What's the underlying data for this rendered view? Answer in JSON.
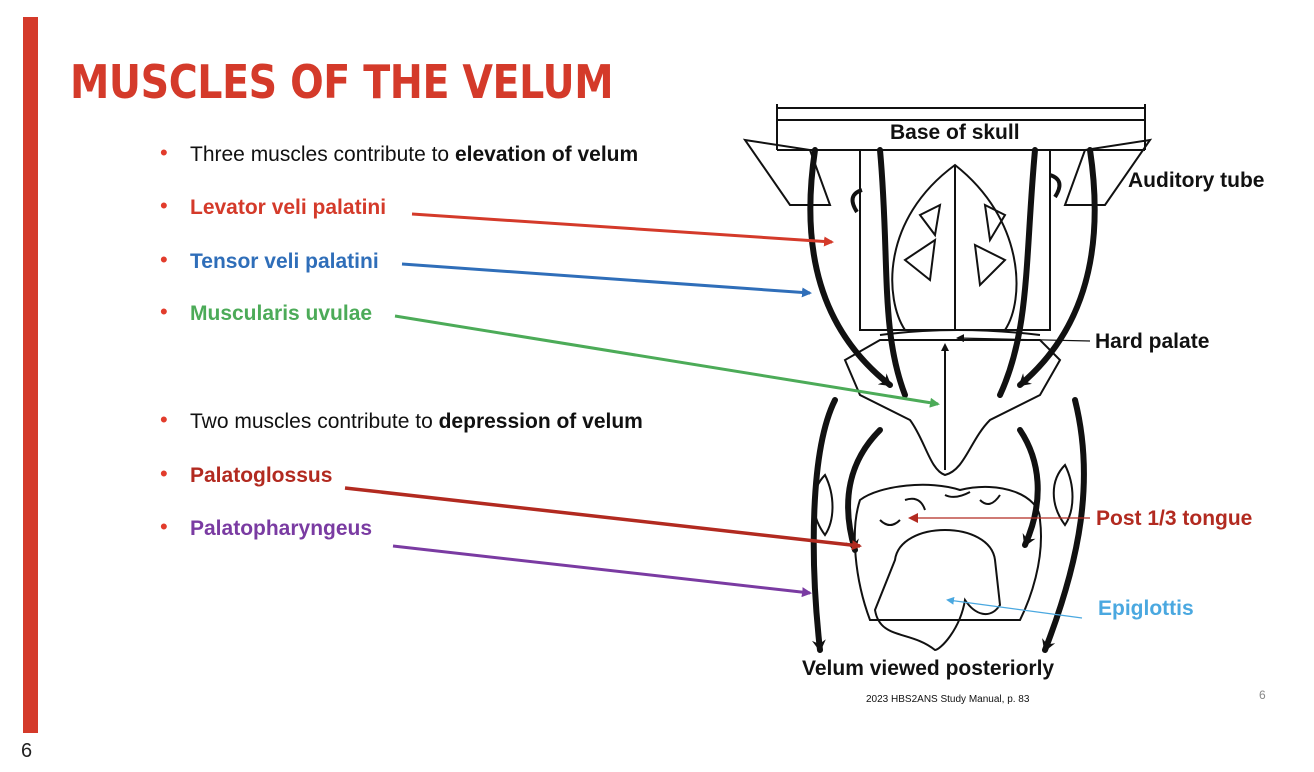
{
  "slide": {
    "title": "MUSCLES OF THE VELUM",
    "page_number": "6",
    "page_number_small": "6",
    "citation": "2023 HBS2ANS Study Manual, p. 83",
    "accent_color": "#d43a2a"
  },
  "bullets": [
    {
      "pre": "Three muscles contribute to ",
      "bold": "elevation of velum",
      "color": "#111111"
    },
    {
      "text": "Levator veli palatini",
      "color": "#d43a2a"
    },
    {
      "text": "Tensor veli palatini",
      "color": "#2f6eb9"
    },
    {
      "text": "Muscularis uvulae",
      "color": "#4cab58"
    },
    {
      "pre": "Two muscles contribute to ",
      "bold": "depression of velum",
      "color": "#111111"
    },
    {
      "text": "Palatoglossus",
      "color": "#b22a20"
    },
    {
      "text": "Palatopharyngeus",
      "color": "#7a3ba2"
    }
  ],
  "diagram": {
    "labels": {
      "base_of_skull": "Base of skull",
      "auditory_tube": "Auditory  tube",
      "hard_palate": "Hard palate",
      "post_tongue": "Post 1/3 tongue",
      "epiglottis": "Epiglottis",
      "caption": "Velum viewed posteriorly"
    },
    "label_colors": {
      "post_tongue": "#b22a20",
      "epiglottis": "#4aa8e0"
    }
  }
}
